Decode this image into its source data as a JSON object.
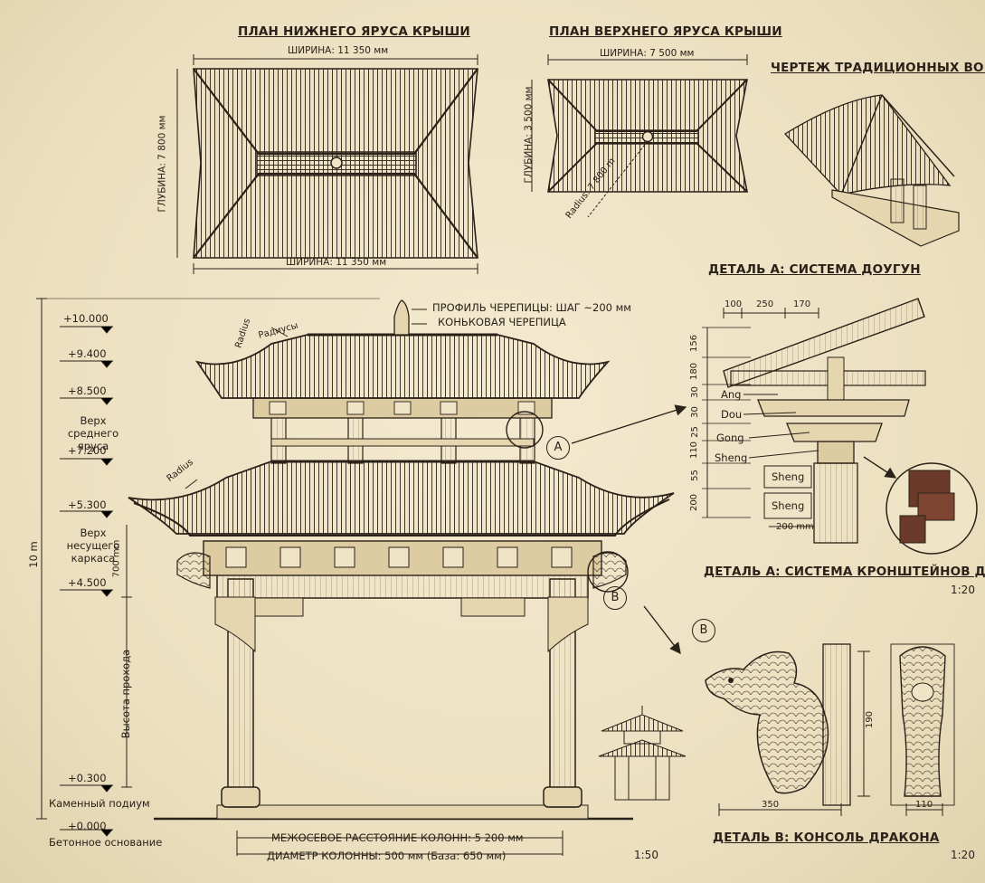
{
  "titles": {
    "lower_roof_plan": "ПЛАН НИЖНЕГО ЯРУСА КРЫШИ",
    "upper_roof_plan": "ПЛАН ВЕРХНЕГО ЯРУСА КРЫШИ",
    "gate_drawing": "ЧЕРТЕЖ ТРАДИЦИОННЫХ ВОРОТ",
    "detail_a": "ДЕТАЛЬ А: СИСТЕМА ДОУГУН",
    "detail_a_brackets": "ДЕТАЛЬ А: СИСТЕМА КРОНШТЕЙНОВ ДОУГУН",
    "detail_b": "ДЕТАЛЬ В: КОНСОЛЬ ДРАКОНА"
  },
  "lower_plan": {
    "width_top": "ШИРИНА: 11 350 мм",
    "width_bottom": "ШИРИНА: 11 350 мм",
    "depth": "ГЛУБИНА: 7 800 мм"
  },
  "upper_plan": {
    "width": "ШИРИНА: 7 500 мм",
    "depth": "ГЛУБИНА: 3 500 мм",
    "radius": "Radius: 7 800 m"
  },
  "elevation": {
    "levels": [
      "+10.000",
      "+9.400",
      "+8.500",
      "+7.200",
      "+5.300",
      "+4.500",
      "+0.300",
      "+0.000"
    ],
    "middle_tier_top": "Верх среднего яруса",
    "frame_top": "Верх несущего каркаса",
    "height_total": "10 m",
    "bracket_height": "700 mm",
    "passage_height": "Высота прохода",
    "stone_podium": "Каменный подиум",
    "concrete_base": "Бетонное основание",
    "tile_profile": "ПРОФИЛЬ ЧЕРЕПИЦЫ: ШАГ ~200 мм",
    "ridge_tile": "КОНЬКОВАЯ ЧЕРЕПИЦА",
    "radius_label_1": "Radius",
    "radii_label": "Радиусы",
    "radius_label_2": "Radius",
    "column_spacing": "МЕЖОСЕВОЕ РАССТОЯНИЕ КОЛОНН: 5 200 мм",
    "column_diameter": "ДИАМЕТР КОЛОННЫ: 500 мм (База: 650 мм)",
    "scale": "1:50",
    "callout_a": "A",
    "callout_b": "B"
  },
  "detail_a": {
    "top_dims": [
      "100",
      "250",
      "170"
    ],
    "side_dims": [
      "156",
      "180",
      "30",
      "30",
      "25",
      "110",
      "55",
      "200"
    ],
    "labels": [
      "Ang",
      "Dou",
      "Gong",
      "Sheng"
    ],
    "sheng_boxes": [
      "Sheng",
      "Sheng"
    ],
    "post_width": "200 mm",
    "scale": "1:20"
  },
  "detail_b": {
    "marker": "B",
    "height": "190",
    "width": "350",
    "front_width": "110",
    "scale": "1:20"
  },
  "colors": {
    "paper": "#efe4c6",
    "ink": "#2a2118",
    "wood": "#6b3a2a"
  }
}
